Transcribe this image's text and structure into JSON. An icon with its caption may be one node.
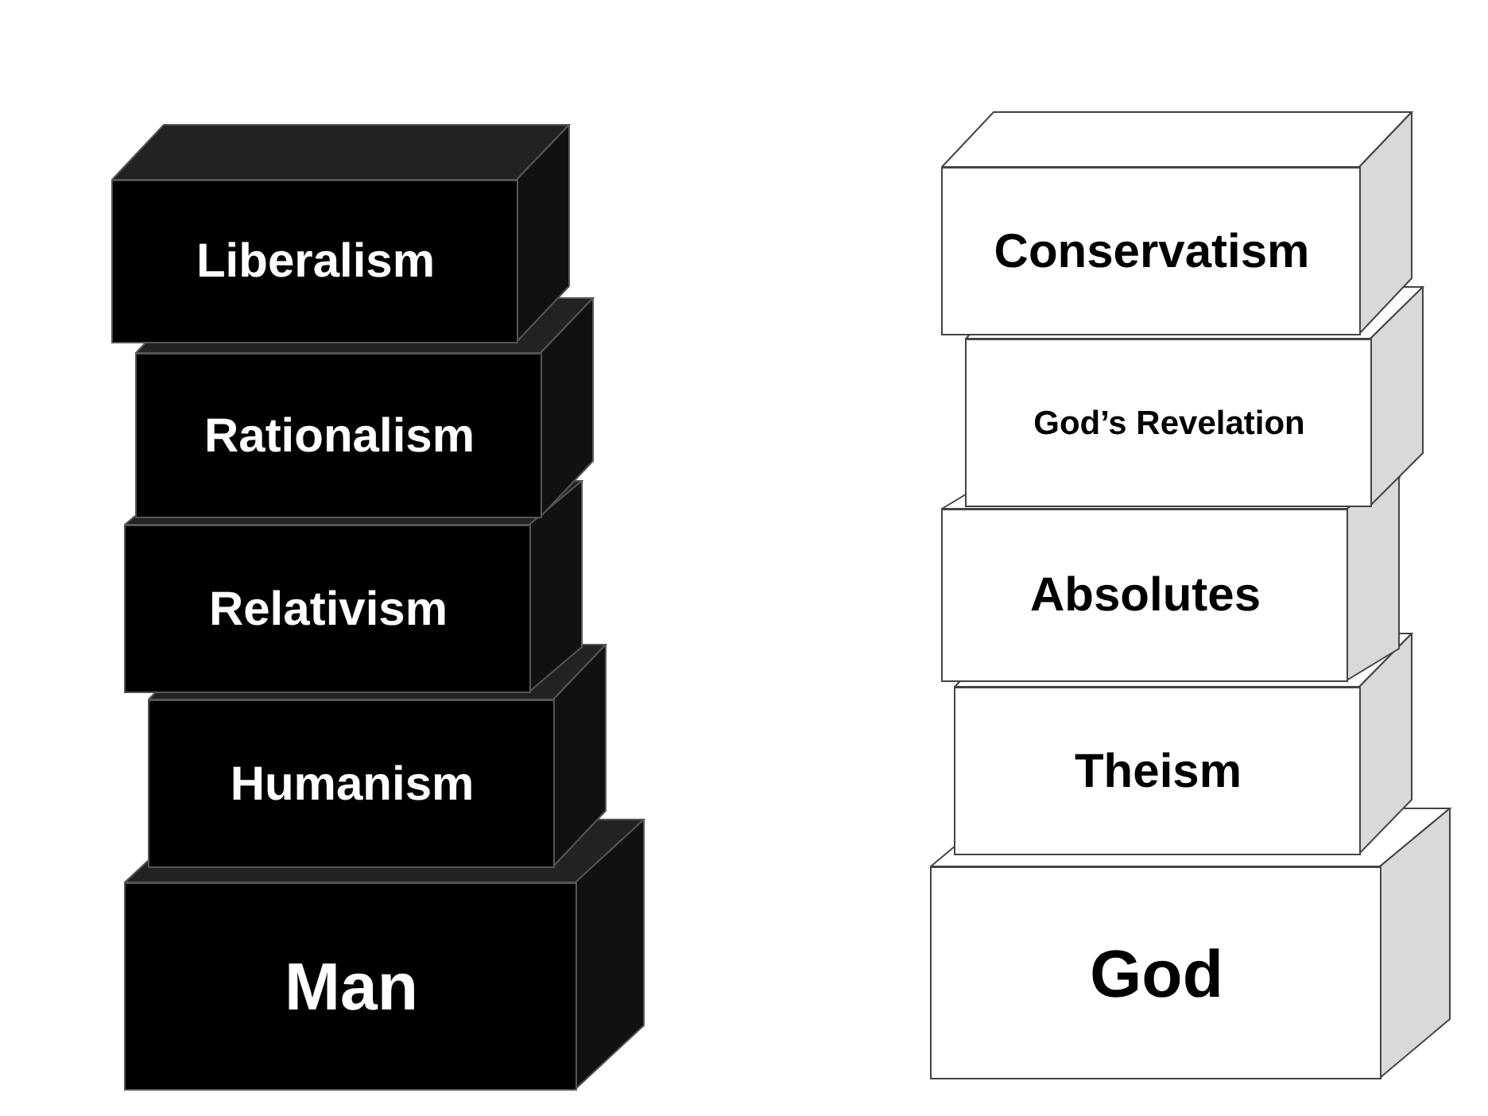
{
  "diagram": {
    "nodes": [
      {
        "text": [
          "Liberalism"
        ]
      },
      {
        "text": [
          "Rationalism"
        ]
      },
      {
        "text": [
          "Relativism"
        ]
      },
      {
        "text": [
          "Humanism"
        ]
      },
      {
        "text": [
          "Man"
        ]
      },
      {
        "text": [
          "Conservatism"
        ]
      },
      {
        "text": [
          "God’s Revelation"
        ]
      },
      {
        "text": [
          "Absolutes"
        ]
      },
      {
        "text": [
          "Theism"
        ]
      },
      {
        "text": [
          "God"
        ]
      }
    ]
  }
}
